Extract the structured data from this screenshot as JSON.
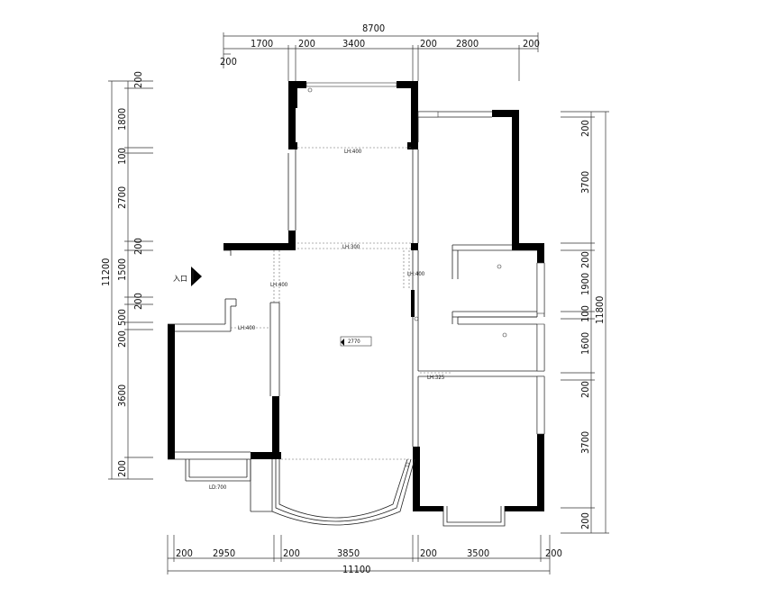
{
  "dimensions": {
    "top_total": "8700",
    "top_segments": [
      "1700",
      "200",
      "3400",
      "200",
      "2800",
      "200"
    ],
    "top_left_offset": "200",
    "bottom_total": "11100",
    "bottom_segments": [
      "200",
      "2950",
      "200",
      "3850",
      "200",
      "3500",
      "200"
    ],
    "left_total": "11200",
    "left_segments": [
      "200",
      "1800",
      "100",
      "2700",
      "200",
      "1500",
      "200",
      "500",
      "200",
      "3600",
      "200"
    ],
    "right_total": "11800",
    "right_segments": [
      "200",
      "3700",
      "200",
      "1900",
      "100",
      "1600",
      "200",
      "3700",
      "200"
    ]
  },
  "labels": {
    "entrance": "入口",
    "floor_height": "2770",
    "beam_top": "LH:400",
    "beam_mid": "LH:300",
    "beam_right": "LH:400",
    "beam_left": "LH:400",
    "beam_kitchen": "LH:400",
    "beam_bath": "LH:325",
    "beam_bottom": "LD:700"
  }
}
